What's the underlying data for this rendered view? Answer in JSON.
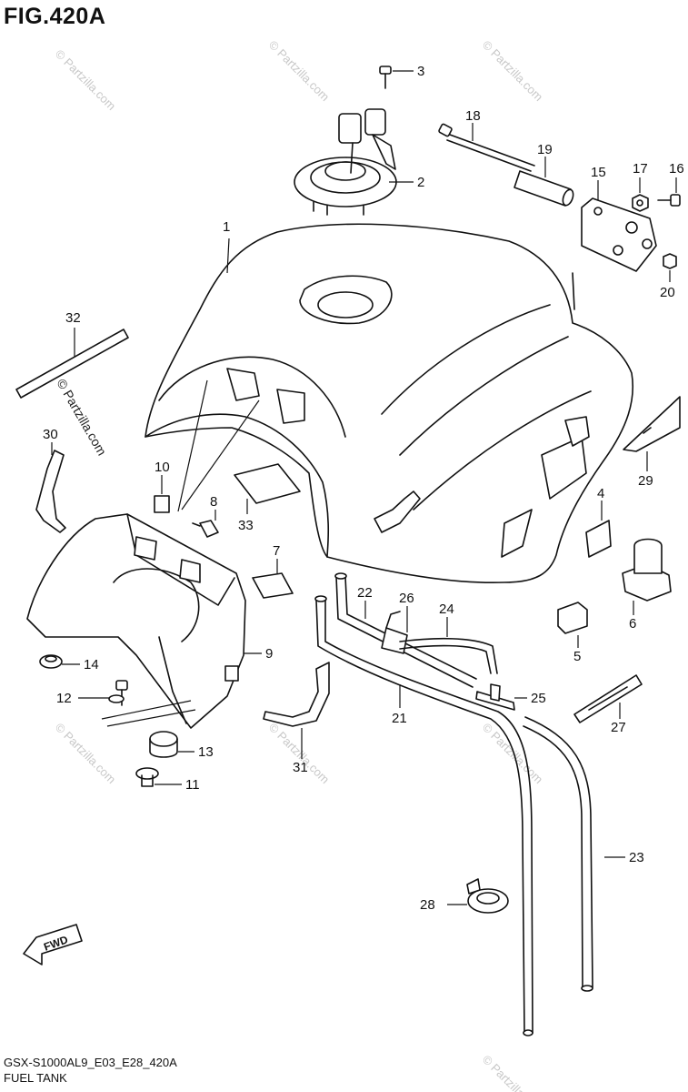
{
  "figure_title": "FIG.420A",
  "footer": {
    "model_code": "GSX-S1000AL9_E03_E28_420A",
    "section_title": "FUEL TANK"
  },
  "watermark": "© Partzilla.com",
  "direction_indicator": "FWD",
  "callouts": [
    {
      "id": "1",
      "label": "1"
    },
    {
      "id": "2",
      "label": "2"
    },
    {
      "id": "3",
      "label": "3"
    },
    {
      "id": "4",
      "label": "4"
    },
    {
      "id": "5",
      "label": "5"
    },
    {
      "id": "6",
      "label": "6"
    },
    {
      "id": "7",
      "label": "7"
    },
    {
      "id": "8",
      "label": "8"
    },
    {
      "id": "9",
      "label": "9"
    },
    {
      "id": "10",
      "label": "10"
    },
    {
      "id": "11",
      "label": "11"
    },
    {
      "id": "12",
      "label": "12"
    },
    {
      "id": "13",
      "label": "13"
    },
    {
      "id": "14",
      "label": "14"
    },
    {
      "id": "15",
      "label": "15"
    },
    {
      "id": "16",
      "label": "16"
    },
    {
      "id": "17",
      "label": "17"
    },
    {
      "id": "18",
      "label": "18"
    },
    {
      "id": "19",
      "label": "19"
    },
    {
      "id": "20",
      "label": "20"
    },
    {
      "id": "21",
      "label": "21"
    },
    {
      "id": "22",
      "label": "22"
    },
    {
      "id": "23",
      "label": "23"
    },
    {
      "id": "24",
      "label": "24"
    },
    {
      "id": "25",
      "label": "25"
    },
    {
      "id": "26",
      "label": "26"
    },
    {
      "id": "27",
      "label": "27"
    },
    {
      "id": "28",
      "label": "28"
    },
    {
      "id": "29",
      "label": "29"
    },
    {
      "id": "30",
      "label": "30"
    },
    {
      "id": "31",
      "label": "31"
    },
    {
      "id": "32",
      "label": "32"
    },
    {
      "id": "33",
      "label": "33"
    }
  ]
}
